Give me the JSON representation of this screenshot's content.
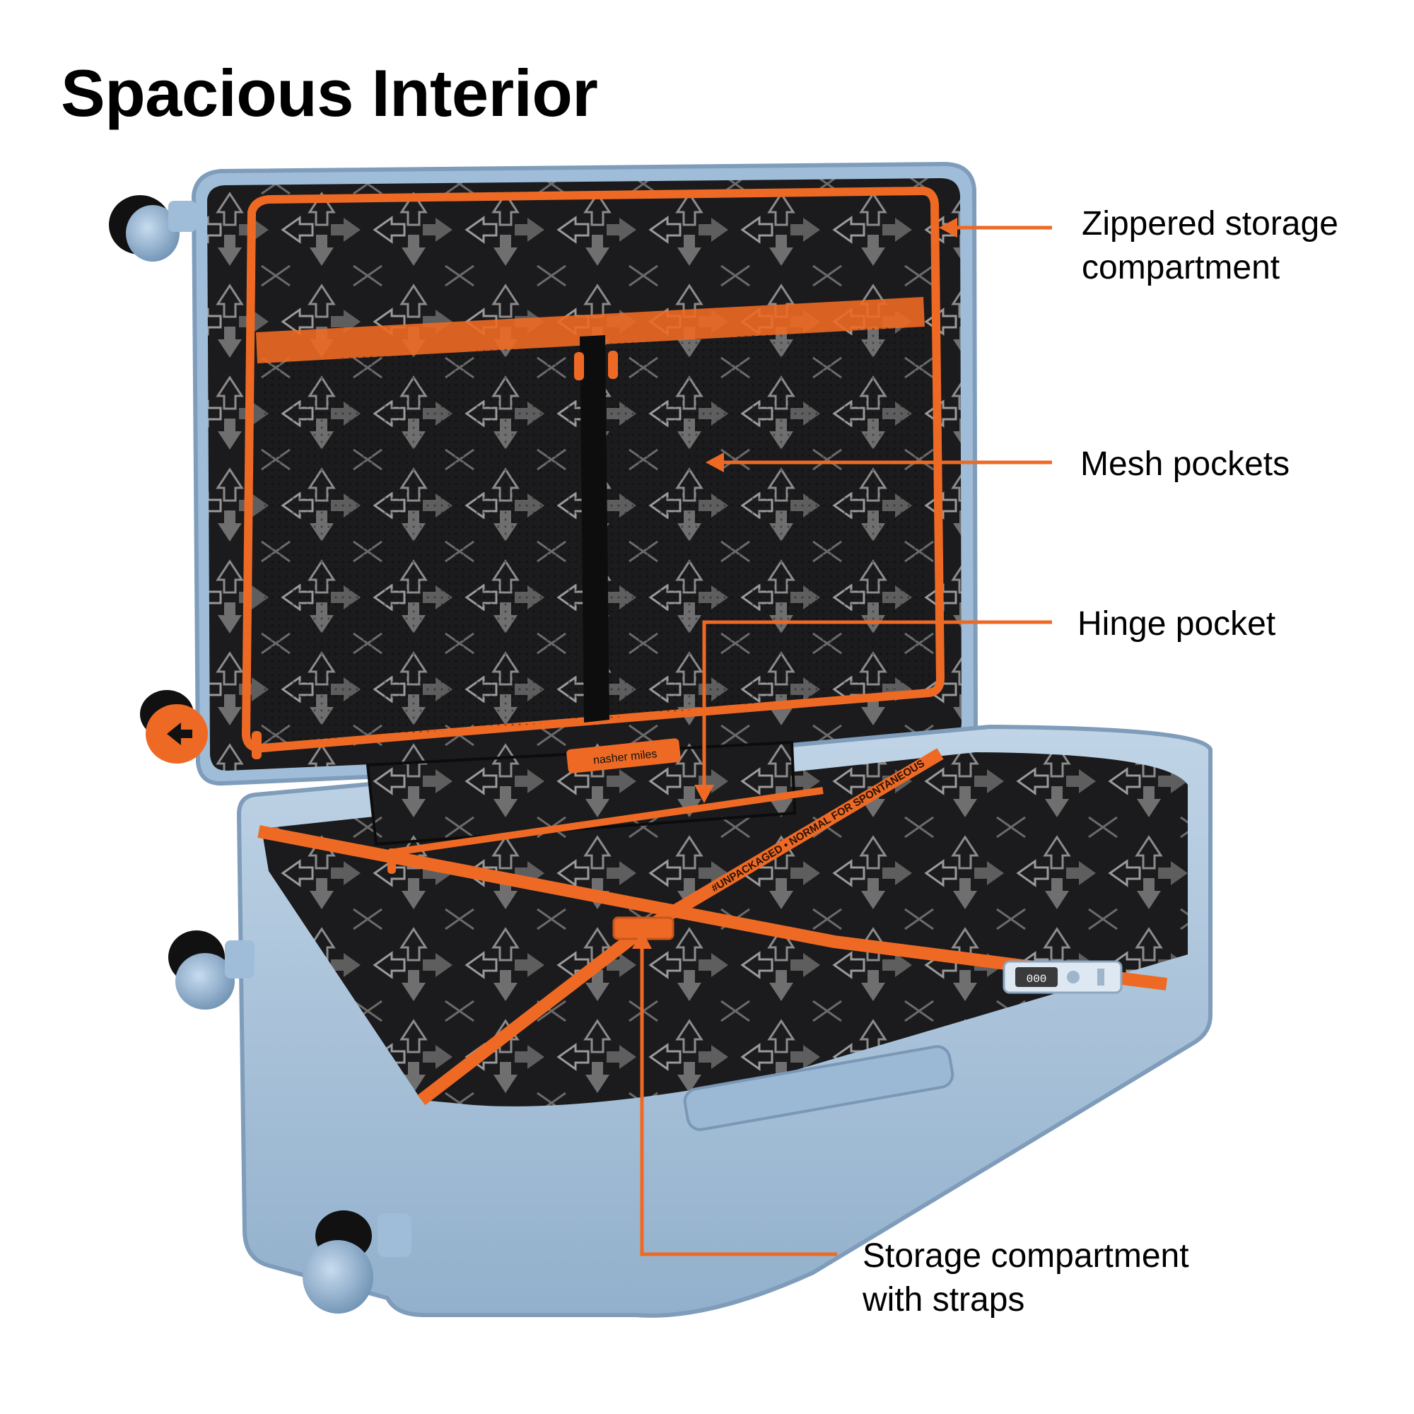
{
  "page": {
    "title": "Spacious Interior"
  },
  "callouts": {
    "zippered": {
      "line1": "Zippered storage",
      "line2": "compartment"
    },
    "mesh": {
      "line1": "Mesh pockets"
    },
    "hinge": {
      "line1": "Hinge pocket"
    },
    "straps": {
      "line1": "Storage compartment",
      "line2": "with straps"
    }
  },
  "product": {
    "brand_tag": "nasher miles",
    "strap_text": "#UNPACKAGED • NORMAL FOR SPONTANEOUS",
    "lock_digits": "000"
  },
  "colors": {
    "accent_orange": "#ee6a24",
    "shell_blue": "#a9c3dc",
    "shell_blue_dark": "#7f9dbb",
    "lining_black": "#1b1b1d",
    "pattern_grey": "#8b8b8b"
  }
}
